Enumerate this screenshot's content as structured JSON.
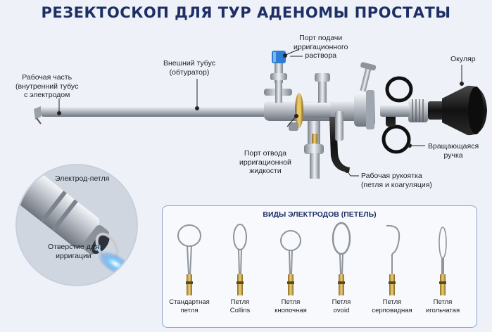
{
  "title": "РЕЗЕКТОСКОП ДЛЯ ТУР АДЕНОМЫ ПРОСТАТЫ",
  "labels": {
    "working_part": [
      "Рабочая часть",
      "(внутренний тубус",
      "с электродом"
    ],
    "outer_tube": [
      "Внешний тубус",
      "(обтуратор)"
    ],
    "irrigation_in": [
      "Порт подачи",
      "ирригационного",
      "раствора"
    ],
    "eyepiece": "Окуляр",
    "rotating_handle": [
      "Вращающаяся",
      "ручка"
    ],
    "irrigation_out": [
      "Порт отвода",
      "ирригационной",
      "жидкости"
    ],
    "working_handle": [
      "Рабочая рукоятка",
      "(петля и коагуляция)"
    ],
    "loop_electrode": "Электрод-петля",
    "irrigation_hole": [
      "Отверстие для",
      "ирригации"
    ]
  },
  "electrodes": {
    "title": "ВИДЫ ЭЛЕКТРОДОВ (ПЕТЕЛЬ)",
    "items": [
      [
        "Стандартная",
        "петля"
      ],
      [
        "Петля",
        "Collins"
      ],
      [
        "Петля",
        "кнопочная"
      ],
      [
        "Петля",
        "ovoid"
      ],
      [
        "Петля",
        "серповидная"
      ],
      [
        "Петля",
        "игольчатая"
      ]
    ]
  },
  "colors": {
    "title": "#1e2f66",
    "steel": "#b9bec6",
    "brass": "#c9a24a",
    "blue_cap": "#2d7fd3",
    "black": "#1a1a1a",
    "leader": "#222222"
  }
}
